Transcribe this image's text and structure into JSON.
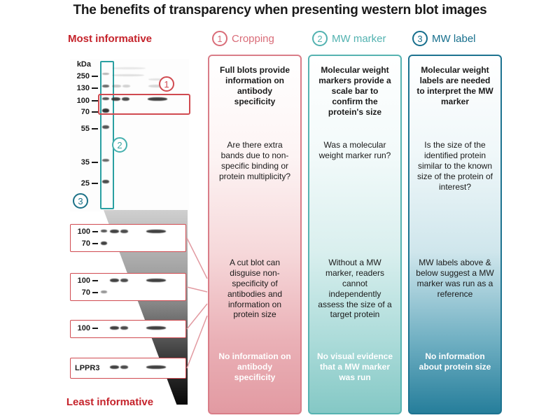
{
  "title": "The benefits of transparency when presenting western blot images",
  "figure": {
    "most_label": "Most informative",
    "least_label": "Least informative",
    "kda_unit": "kDa",
    "ladder": [
      "250",
      "130",
      "100",
      "70",
      "55",
      "35",
      "25"
    ],
    "callouts": [
      "1",
      "2",
      "3"
    ],
    "strips": [
      {
        "labels": [
          "100",
          "70"
        ]
      },
      {
        "labels": [
          "100",
          "70"
        ]
      },
      {
        "labels": [
          "100"
        ]
      },
      {
        "labels": [
          "LPPR3"
        ]
      }
    ],
    "accent_red": "#c5232b",
    "connector_color": "#e29aa1"
  },
  "columns": [
    {
      "number": "1",
      "header": "Cropping",
      "accent": "#d96c78",
      "top_bold": "Full blots provide information on antibody specificity",
      "question": "Are there extra bands due to non-specific binding or protein multiplicity?",
      "middle": "A cut blot can disguise non-specificity of antibodies and information on protein size",
      "bottom": "No information on antibody specificity"
    },
    {
      "number": "2",
      "header": "MW marker",
      "accent": "#52b2b0",
      "top_bold": "Molecular weight markers provide a scale bar to confirm the protein's size",
      "question": "Was a molecular weight marker run?",
      "middle": "Without a MW marker, readers cannot independently assess the size of a target protein",
      "bottom": "No visual evidence that a MW marker was run"
    },
    {
      "number": "3",
      "header": "MW label",
      "accent": "#156e8c",
      "top_bold": "Molecular weight labels are needed to interpret the MW marker",
      "question": "Is the size of the identified protein similar to the known size of the protein of interest?",
      "middle": "MW labels above & below suggest a MW marker was run as a reference",
      "bottom": "No information about protein size"
    }
  ]
}
